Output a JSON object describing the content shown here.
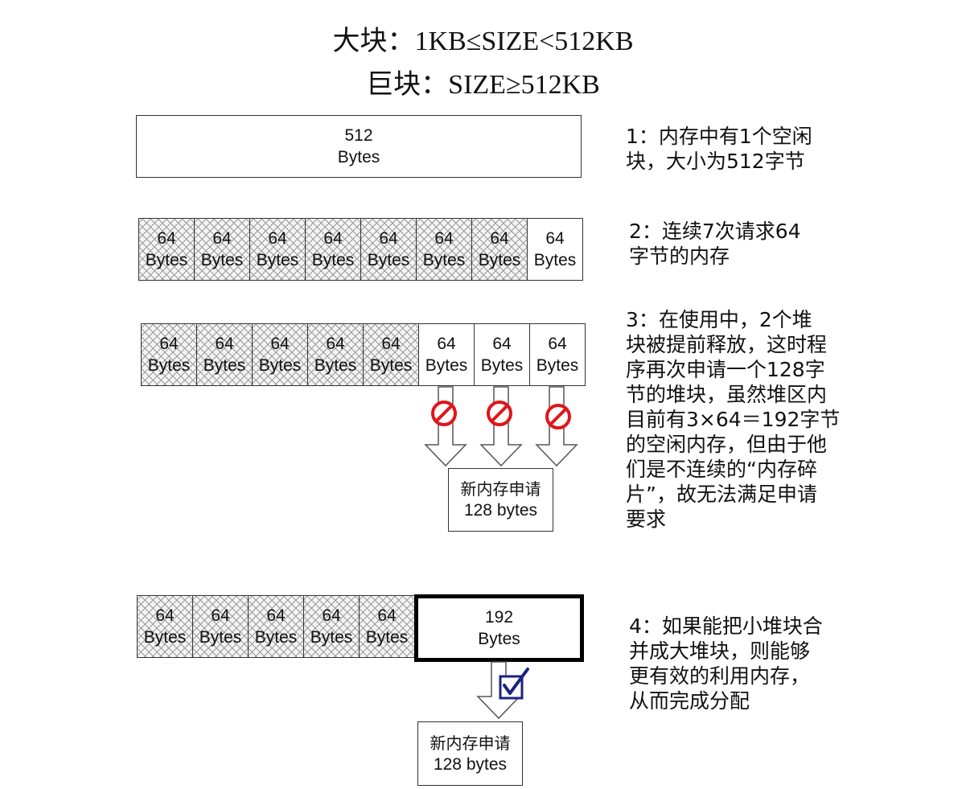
{
  "title": {
    "line1": "大块：1KB≤SIZE<512KB",
    "line2": "巨块：SIZE≥512KB"
  },
  "step1": {
    "block": {
      "size": "512",
      "unit": "Bytes"
    },
    "desc": "1：内存中有1个空闲\n块，大小为512字节"
  },
  "step2": {
    "cells": [
      {
        "size": "64",
        "unit": "Bytes",
        "used": true
      },
      {
        "size": "64",
        "unit": "Bytes",
        "used": true
      },
      {
        "size": "64",
        "unit": "Bytes",
        "used": true
      },
      {
        "size": "64",
        "unit": "Bytes",
        "used": true
      },
      {
        "size": "64",
        "unit": "Bytes",
        "used": true
      },
      {
        "size": "64",
        "unit": "Bytes",
        "used": true
      },
      {
        "size": "64",
        "unit": "Bytes",
        "used": true
      },
      {
        "size": "64",
        "unit": "Bytes",
        "used": false
      }
    ],
    "desc": "2：连续7次请求64\n字节的内存"
  },
  "step3": {
    "cells": [
      {
        "size": "64",
        "unit": "Bytes",
        "used": true
      },
      {
        "size": "64",
        "unit": "Bytes",
        "used": true
      },
      {
        "size": "64",
        "unit": "Bytes",
        "used": true
      },
      {
        "size": "64",
        "unit": "Bytes",
        "used": true
      },
      {
        "size": "64",
        "unit": "Bytes",
        "used": true
      },
      {
        "size": "64",
        "unit": "Bytes",
        "used": false
      },
      {
        "size": "64",
        "unit": "Bytes",
        "used": false
      },
      {
        "size": "64",
        "unit": "Bytes",
        "used": false
      }
    ],
    "request": {
      "label": "新内存申请",
      "size": "128  bytes"
    },
    "desc": "3：在使用中，2个堆\n块被提前释放，这时程\n序再次申请一个128字\n节的堆块，虽然堆区内\n目前有3×64＝192字节\n的空闲内存，但由于他\n们是不连续的“内存碎\n片”，故无法满足申请\n要求",
    "icons": {
      "blocked": "prohibited-icon",
      "color": "#e0141b"
    }
  },
  "step4": {
    "cells": [
      {
        "size": "64",
        "unit": "Bytes",
        "used": true
      },
      {
        "size": "64",
        "unit": "Bytes",
        "used": true
      },
      {
        "size": "64",
        "unit": "Bytes",
        "used": true
      },
      {
        "size": "64",
        "unit": "Bytes",
        "used": true
      },
      {
        "size": "64",
        "unit": "Bytes",
        "used": true
      }
    ],
    "merged": {
      "size": "192",
      "unit": "Bytes"
    },
    "request": {
      "label": "新内存申请",
      "size": "128  bytes"
    },
    "desc": "4：如果能把小堆块合\n并成大堆块，则能够\n更有效的利用内存，\n从而完成分配",
    "icons": {
      "ok": "checkbox-checked-icon",
      "color": "#1a237e"
    }
  }
}
